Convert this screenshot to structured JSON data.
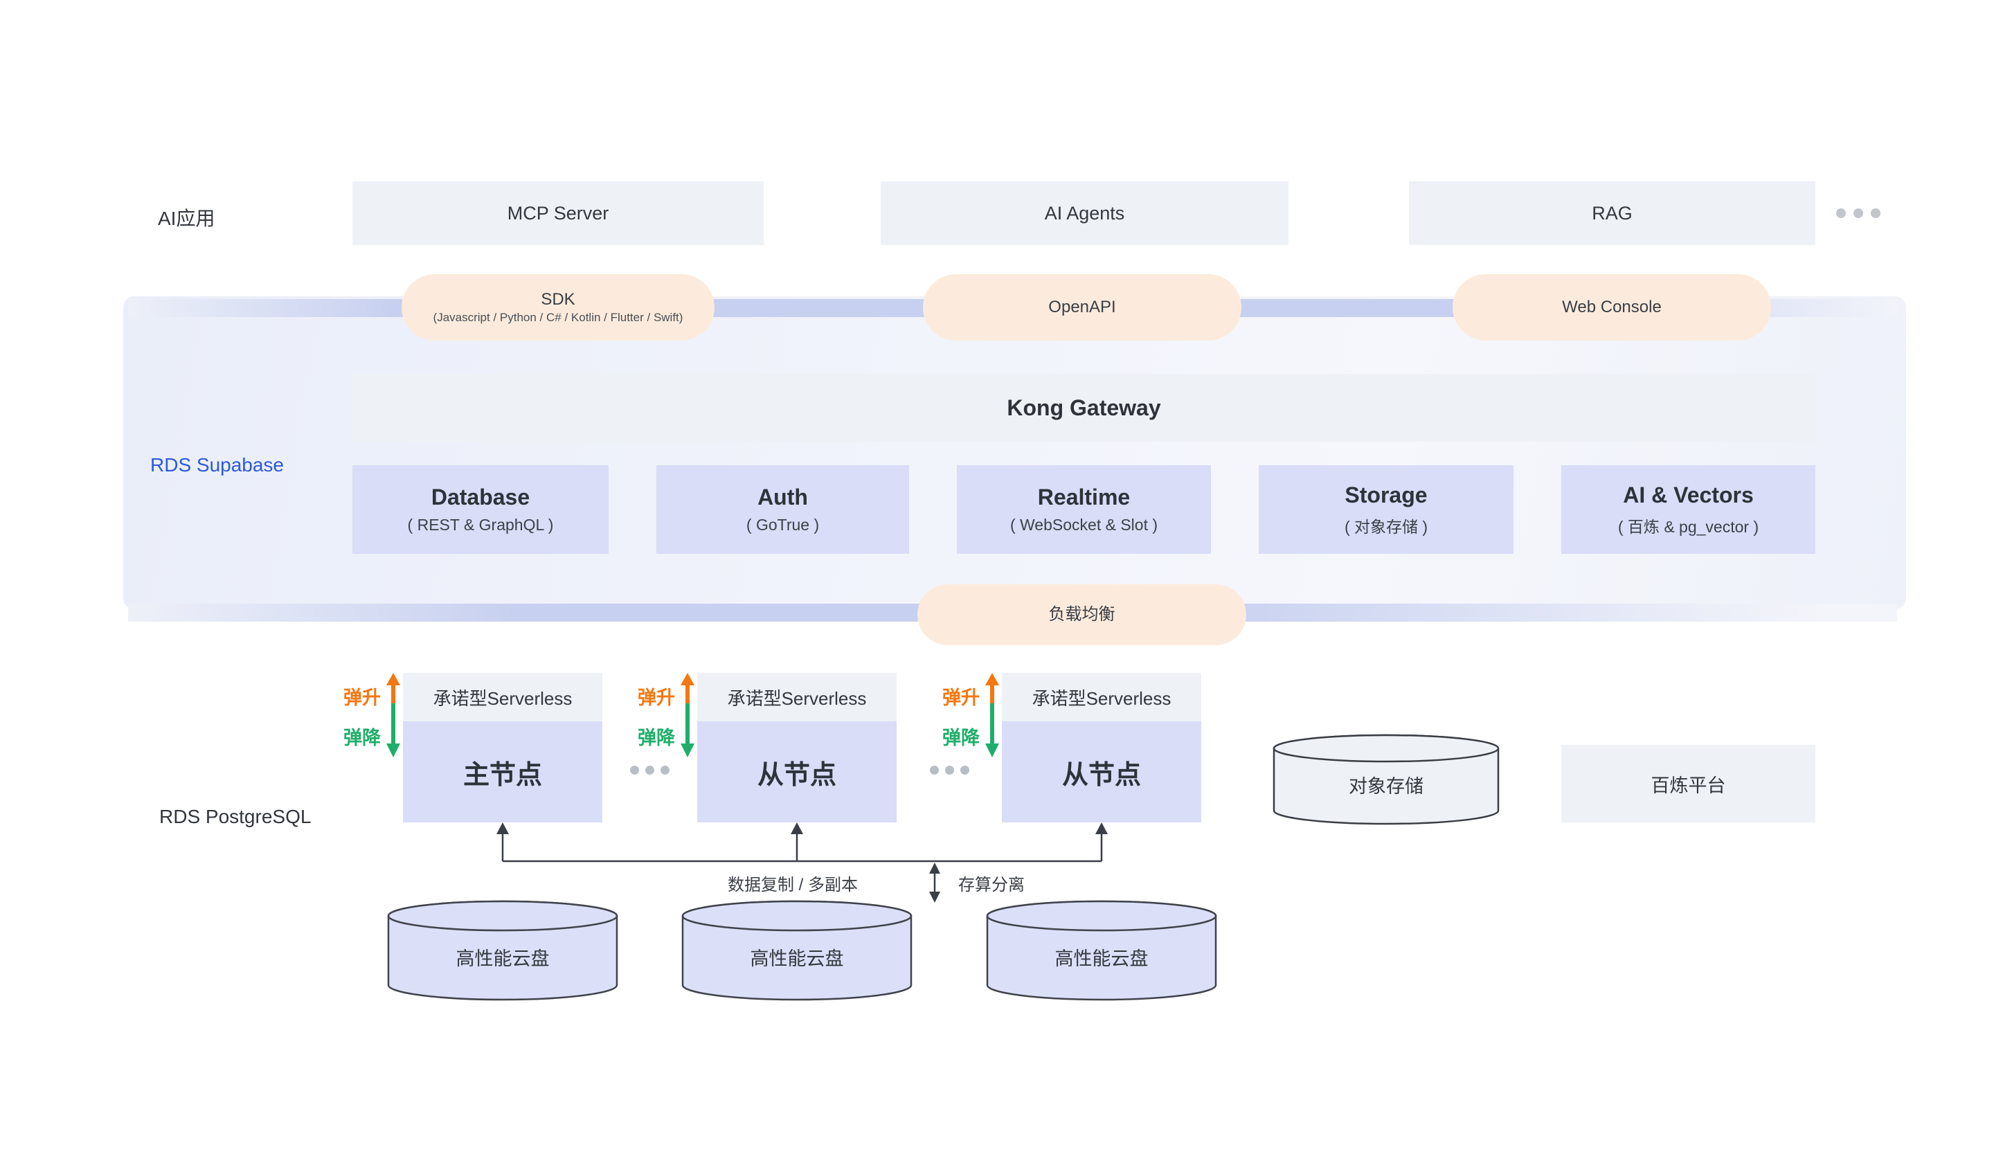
{
  "app_layer": {
    "label": "AI应用",
    "boxes": [
      {
        "label": "MCP Server"
      },
      {
        "label": "AI Agents"
      },
      {
        "label": "RAG"
      }
    ]
  },
  "access_layer": {
    "sdk_title": "SDK",
    "sdk_subtitle": "(Javascript / Python / C# / Kotlin / Flutter / Swift)",
    "openapi_label": "OpenAPI",
    "web_console_label": "Web Console"
  },
  "supabase_layer": {
    "label": "RDS Supabase",
    "gateway_label": "Kong Gateway",
    "services": [
      {
        "title": "Database",
        "subtitle": "( REST & GraphQL )"
      },
      {
        "title": "Auth",
        "subtitle": "( GoTrue )"
      },
      {
        "title": "Realtime",
        "subtitle": "( WebSocket & Slot )"
      },
      {
        "title": "Storage",
        "subtitle": "( 对象存储 )"
      },
      {
        "title": "AI & Vectors",
        "subtitle": "( 百炼 & pg_vector )"
      }
    ],
    "load_balancer_label": "负载均衡"
  },
  "postgres_layer": {
    "label": "RDS PostgreSQL",
    "scale_up_label": "弹升",
    "scale_down_label": "弹降",
    "groups": [
      {
        "header": "承诺型Serverless",
        "node": "主节点"
      },
      {
        "header": "承诺型Serverless",
        "node": "从节点"
      },
      {
        "header": "承诺型Serverless",
        "node": "从节点"
      }
    ],
    "disks": [
      "高性能云盘",
      "高性能云盘",
      "高性能云盘"
    ],
    "replication_label": "数据复制 / 多副本",
    "separation_label": "存算分离",
    "object_storage_label": "对象存储",
    "bailian_label": "百炼平台"
  },
  "colors": {
    "box_gray": "#eef1f6",
    "service_lavender": "#d9ddf7",
    "pill_peach": "#fcebdc",
    "band_periwinkle": "#c7d0f0",
    "supabase_label_blue": "#2b59d8",
    "scale_up_orange": "#f4770f",
    "scale_down_green": "#1fae6a",
    "arrow_dark": "#3a3e46"
  }
}
